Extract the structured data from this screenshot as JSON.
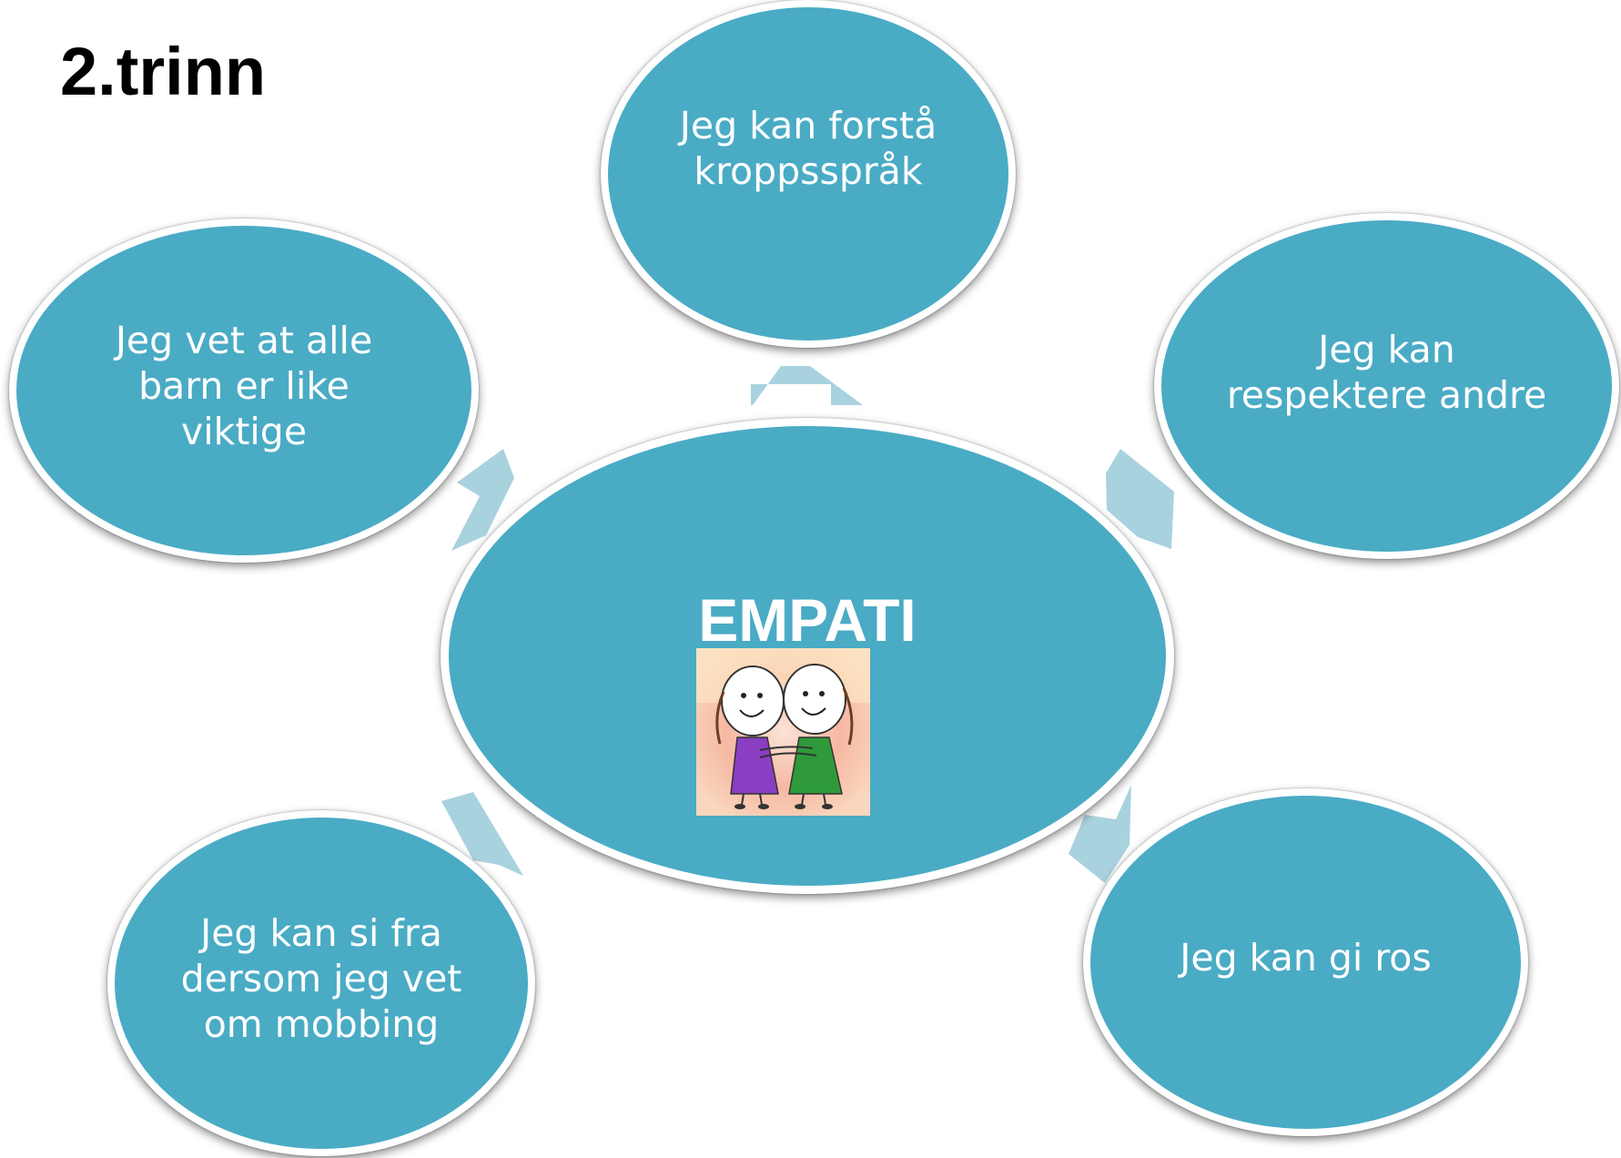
{
  "title": "2.trinn",
  "center": {
    "label": "EMPATI",
    "image": "two-children-hugging-drawing"
  },
  "bubbles": [
    {
      "id": "top",
      "text": "Jeg kan forstå\nkroppsspråk"
    },
    {
      "id": "left",
      "text": "Jeg vet at alle\nbarn er like\nviktige"
    },
    {
      "id": "right",
      "text": "Jeg kan\nrespektere andre"
    },
    {
      "id": "bottom-left",
      "text": "Jeg kan si fra\ndersom jeg vet\nom mobbing"
    },
    {
      "id": "bottom-right",
      "text": "Jeg kan gi ros"
    }
  ],
  "colors": {
    "bubble": "#4aabc5",
    "arrow": "#a9d2df",
    "title": "#000000"
  }
}
